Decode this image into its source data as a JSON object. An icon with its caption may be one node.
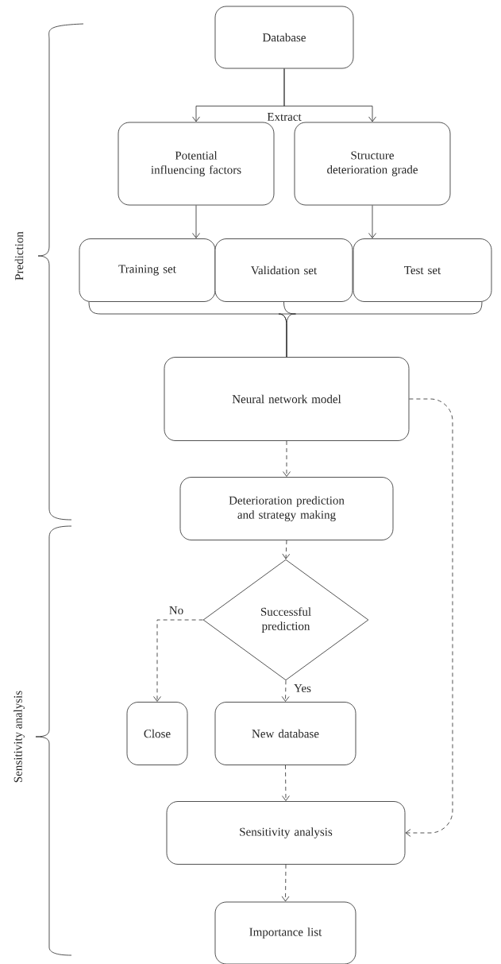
{
  "diagram": {
    "nodes": [
      {
        "text": [
          "Database"
        ]
      },
      {
        "text": [
          "Potential influencing factors"
        ]
      },
      {
        "text": [
          "Structure deterioration grade"
        ]
      },
      {
        "text": [
          "Training set"
        ]
      },
      {
        "text": [
          "Validation set"
        ]
      },
      {
        "text": [
          "Test set"
        ]
      },
      {
        "text": [
          "Neural network model"
        ]
      },
      {
        "text": [
          "Deterioration prediction and strategy making"
        ]
      },
      {
        "text": [
          "Successful prediction"
        ]
      },
      {
        "text": [
          "Close"
        ]
      },
      {
        "text": [
          "New database"
        ]
      },
      {
        "text": [
          "Sensitivity analysis"
        ]
      },
      {
        "text": [
          "Importance list"
        ]
      }
    ],
    "edges": [
      {
        "from": 0,
        "to": 1,
        "arrow": "to",
        "label": "Extract"
      },
      {
        "from": 0,
        "to": 2,
        "arrow": "to"
      },
      {
        "from": 1,
        "to": 3,
        "arrow": "to"
      },
      {
        "from": 2,
        "to": 5,
        "arrow": "to"
      },
      {
        "from": 3,
        "to": 6,
        "arrow": "none"
      },
      {
        "from": 4,
        "to": 6,
        "arrow": "none"
      },
      {
        "from": 5,
        "to": 6,
        "arrow": "none"
      },
      {
        "from": 6,
        "to": 7,
        "arrow": "to",
        "style": "dashed"
      },
      {
        "from": 7,
        "to": 8,
        "arrow": "to",
        "style": "dashed"
      },
      {
        "from": 8,
        "to": 9,
        "arrow": "to",
        "style": "dashed",
        "label": "No"
      },
      {
        "from": 8,
        "to": 10,
        "arrow": "to",
        "style": "dashed",
        "label": "Yes"
      },
      {
        "from": 10,
        "to": 11,
        "arrow": "to",
        "style": "dashed"
      },
      {
        "from": 11,
        "to": 12,
        "arrow": "to",
        "style": "dashed"
      },
      {
        "from": 6,
        "to": 11,
        "arrow": "to",
        "style": "dashed"
      }
    ],
    "labels": [
      "Prediction",
      "Sensitivity analysis"
    ]
  }
}
